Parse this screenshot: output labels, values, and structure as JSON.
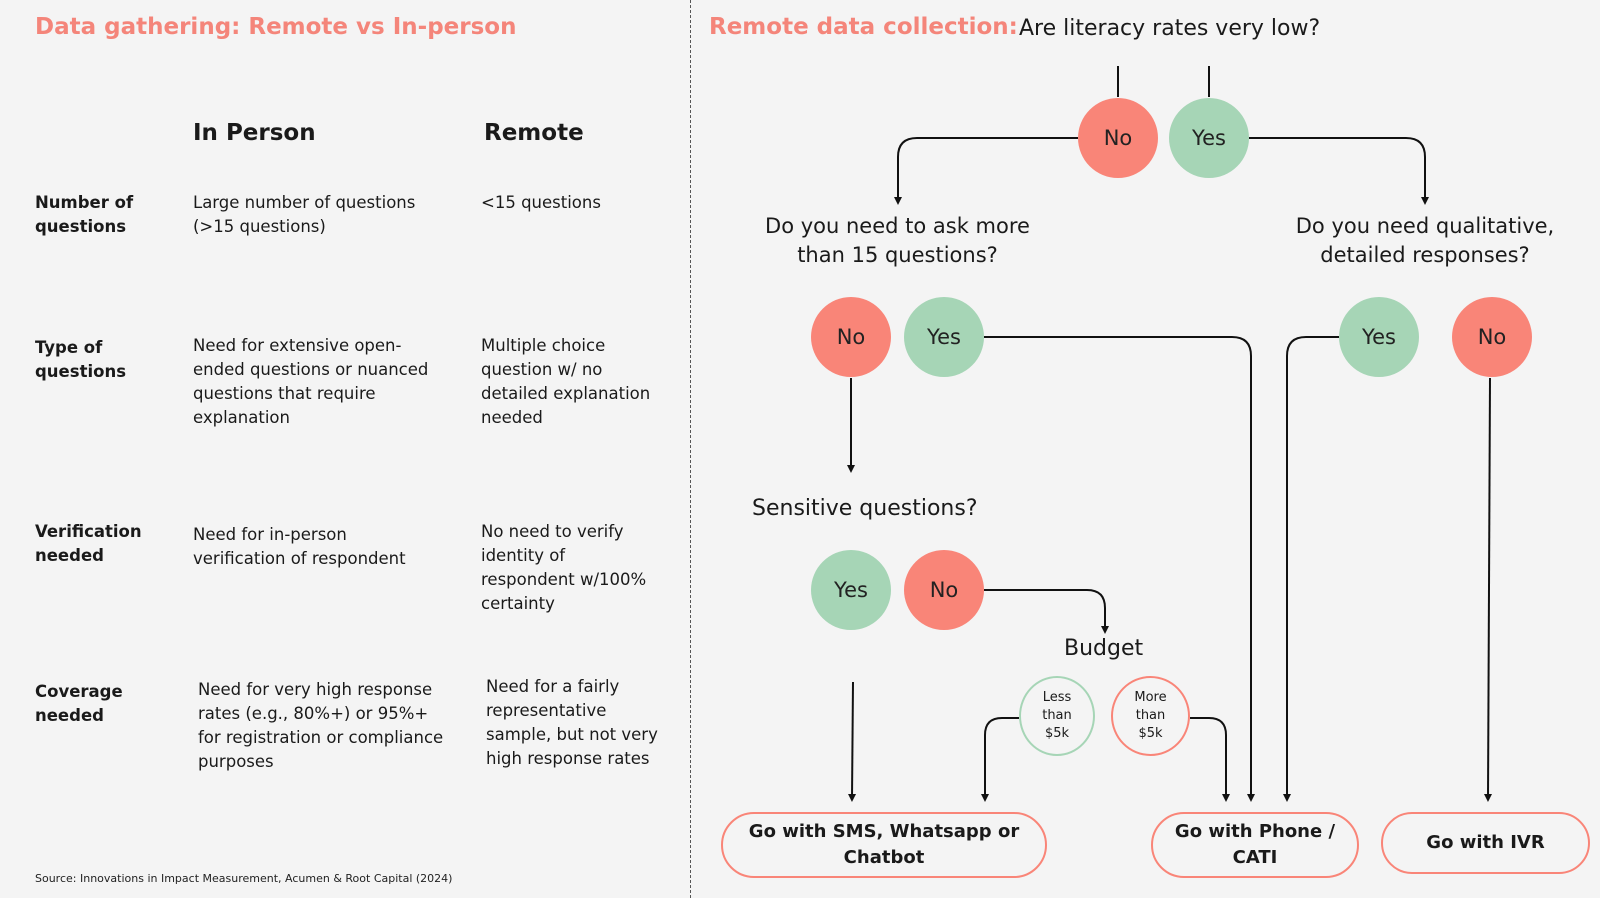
{
  "left": {
    "title": "Data gathering: Remote vs In-person",
    "columns": [
      "In Person",
      "Remote"
    ],
    "rows": [
      {
        "label": "Number of questions",
        "in_person": "Large number of questions (>15 questions)",
        "remote": "<15 questions"
      },
      {
        "label": "Type of questions",
        "in_person": "Need for extensive open-ended questions or nuanced questions that require explanation",
        "remote": "Multiple choice question w/ no detailed explanation needed"
      },
      {
        "label": "Verification needed",
        "in_person": "Need for in-person verification of respondent",
        "remote": "No need to verify identity of respondent w/100% certainty"
      },
      {
        "label": "Coverage needed",
        "in_person": "Need for very high response rates (e.g., 80%+) or 95%+ for registration or compliance purposes",
        "remote": "Need for a fairly representative sample, but not very high response rates"
      }
    ],
    "source": "Source: Innovations in Impact Measurement, Acumen & Root Capital (2024)"
  },
  "right": {
    "title": "Remote data collection:",
    "question1": "Are literacy rates very low?",
    "question2": "Do you need to ask more than 15 questions?",
    "question3": "Do you need qualitative, detailed responses?",
    "question4": "Sensitive questions?",
    "budget": "Budget",
    "no": "No",
    "yes": "Yes",
    "budget_low": "Less than $5k",
    "budget_high": "More than $5k",
    "outcomes": {
      "sms": "Go with SMS, Whatsapp or Chatbot",
      "phone": "Go with Phone / CATI",
      "ivr": "Go with IVR"
    },
    "colors": {
      "no": "#f98578",
      "yes": "#a6d5b6",
      "title": "#f4857a"
    }
  }
}
